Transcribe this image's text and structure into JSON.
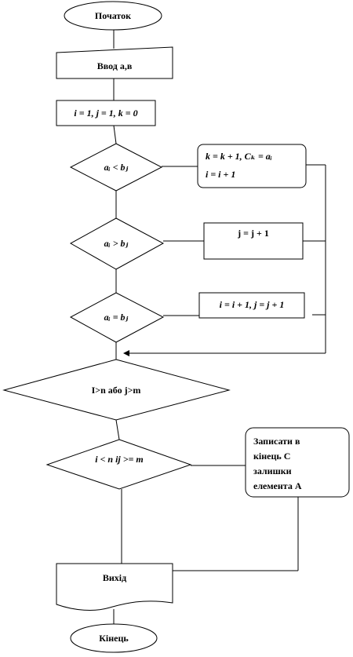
{
  "nodes": {
    "start": "Початок",
    "input": "Ввод а,в",
    "init": "i = 1, j = 1, k = 0",
    "cond_less": "aᵢ < bⱼ",
    "act_less_line1": "k = k + 1, Cₖ = aᵢ",
    "act_less_line2": "i = i + 1",
    "cond_greater": "aᵢ > bⱼ",
    "act_greater": "j = j + 1",
    "cond_equal": "aᵢ = bⱼ",
    "act_equal": "i = i + 1, j = j + 1",
    "cond_bounds": "I>n або j>m",
    "cond_remaining": "i < n  ij >= m",
    "act_append_lines": [
      "Записати в",
      "кінець  С",
      "залишки",
      "елемента А"
    ],
    "output": "Вихід",
    "end": "Кінець"
  }
}
